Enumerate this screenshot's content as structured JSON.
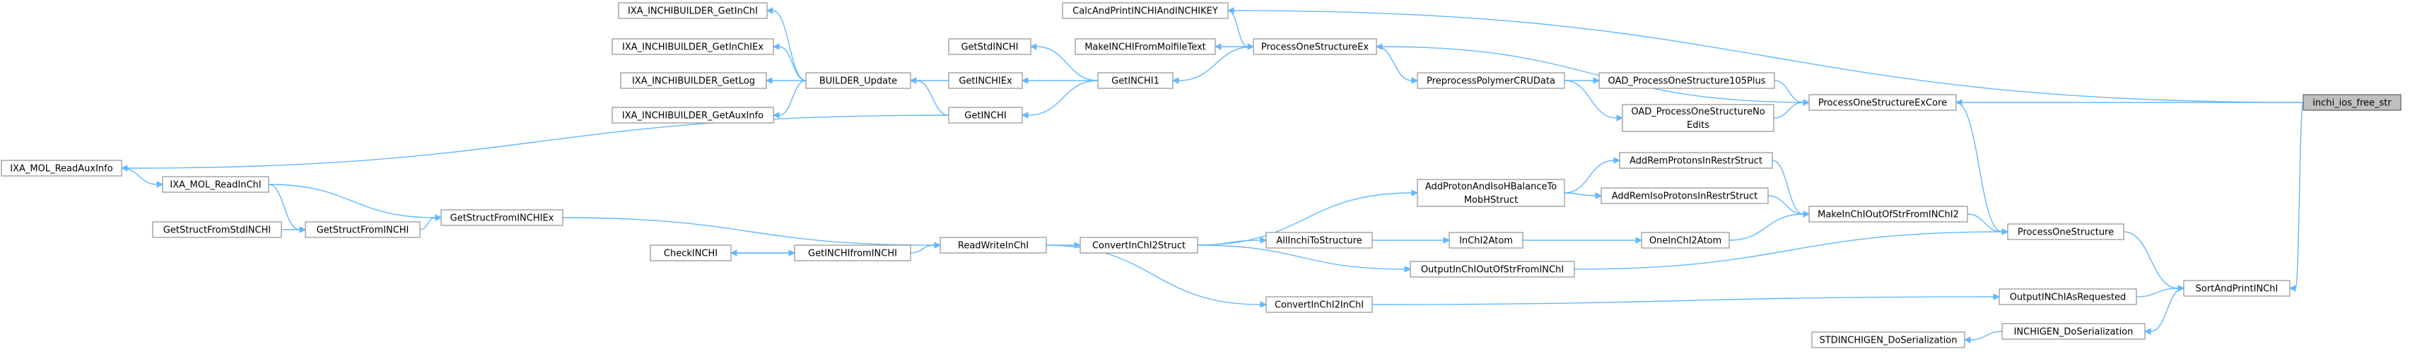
{
  "colors": {
    "edge": "#63b8ff",
    "node_border": "#999999",
    "highlight_fill": "#bfbfbf"
  },
  "nodes": [
    {
      "id": "inchi_ios_free_str",
      "label": "inchi_ios_free_str",
      "highlight": true
    },
    {
      "id": "CalcAndPrintINCHIAndINCHIKEY",
      "label": "CalcAndPrintINCHIAndINCHIKEY"
    },
    {
      "id": "ProcessOneStructureEx",
      "label": "ProcessOneStructureEx"
    },
    {
      "id": "MakeINCHIFromMolfileText",
      "label": "MakeINCHIFromMolfileText"
    },
    {
      "id": "GetINCHI1",
      "label": "GetINCHI1"
    },
    {
      "id": "GetStdINCHI",
      "label": "GetStdINCHI"
    },
    {
      "id": "GetINCHIEx",
      "label": "GetINCHIEx"
    },
    {
      "id": "BUILDER_Update",
      "label": "BUILDER_Update"
    },
    {
      "id": "IXA_INCHIBUILDER_GetInChI",
      "label": "IXA_INCHIBUILDER_GetInChI"
    },
    {
      "id": "IXA_INCHIBUILDER_GetInChIEx",
      "label": "IXA_INCHIBUILDER_GetInChIEx"
    },
    {
      "id": "IXA_INCHIBUILDER_GetLog",
      "label": "IXA_INCHIBUILDER_GetLog"
    },
    {
      "id": "IXA_INCHIBUILDER_GetAuxInfo",
      "label": "IXA_INCHIBUILDER_GetAuxInfo"
    },
    {
      "id": "GetINCHI",
      "label": "GetINCHI"
    },
    {
      "id": "IXA_MOL_ReadAuxInfo",
      "label": "IXA_MOL_ReadAuxInfo"
    },
    {
      "id": "ProcessOneStructureExCore",
      "label": "ProcessOneStructureExCore"
    },
    {
      "id": "PreprocessPolymerCRUData",
      "label": "PreprocessPolymerCRUData"
    },
    {
      "id": "OAD_ProcessOneStructure105Plus",
      "label": "OAD_ProcessOneStructure105Plus"
    },
    {
      "id": "OAD_ProcessOneStructureNoEdits",
      "label": [
        "OAD_ProcessOneStructureNo",
        "Edits"
      ]
    },
    {
      "id": "AddRemProtonsInRestrStruct",
      "label": "AddRemProtonsInRestrStruct"
    },
    {
      "id": "AddProtonAndIsoHBalanceToMobHStruct",
      "label": [
        "AddProtonAndIsoHBalanceTo",
        "MobHStruct"
      ]
    },
    {
      "id": "AddRemIsoProtonsInRestrStruct",
      "label": "AddRemIsoProtonsInRestrStruct"
    },
    {
      "id": "MakeInChIOutOfStrFromINChI2",
      "label": "MakeInChIOutOfStrFromINChI2"
    },
    {
      "id": "ProcessOneStructure",
      "label": "ProcessOneStructure"
    },
    {
      "id": "IXA_MOL_ReadInChI",
      "label": "IXA_MOL_ReadInChI"
    },
    {
      "id": "GetStructFromINCHIEx",
      "label": "GetStructFromINCHIEx"
    },
    {
      "id": "GetStructFromINCHI",
      "label": "GetStructFromINCHI"
    },
    {
      "id": "GetStructFromStdINCHI",
      "label": "GetStructFromStdINCHI"
    },
    {
      "id": "CheckINCHI",
      "label": "CheckINCHI"
    },
    {
      "id": "GetINCHIfromINCHI",
      "label": "GetINCHIfromINCHI"
    },
    {
      "id": "ReadWriteInChI",
      "label": "ReadWriteInChI"
    },
    {
      "id": "ConvertInChI2Struct",
      "label": "ConvertInChI2Struct"
    },
    {
      "id": "AllInchiToStructure",
      "label": "AllInchiToStructure"
    },
    {
      "id": "InChI2Atom",
      "label": "InChI2Atom"
    },
    {
      "id": "OneInChI2Atom",
      "label": "OneInChI2Atom"
    },
    {
      "id": "OutputInChIOutOfStrFromINChI",
      "label": "OutputInChIOutOfStrFromINChI"
    },
    {
      "id": "ConvertInChI2InChI",
      "label": "ConvertInChI2InChI"
    },
    {
      "id": "OutputINChIAsRequested",
      "label": "OutputINChIAsRequested"
    },
    {
      "id": "SortAndPrintINChI",
      "label": "SortAndPrintINChI"
    },
    {
      "id": "INCHIGEN_DoSerialization",
      "label": "INCHIGEN_DoSerialization"
    },
    {
      "id": "STDINCHIGEN_DoSerialization",
      "label": "STDINCHIGEN_DoSerialization"
    }
  ],
  "edges": [
    [
      "CalcAndPrintINCHIAndINCHIKEY",
      "inchi_ios_free_str"
    ],
    [
      "ProcessOneStructureExCore",
      "inchi_ios_free_str"
    ],
    [
      "SortAndPrintINChI",
      "inchi_ios_free_str"
    ],
    [
      "ProcessOneStructureEx",
      "CalcAndPrintINCHIAndINCHIKEY"
    ],
    [
      "MakeINCHIFromMolfileText",
      "ProcessOneStructureEx"
    ],
    [
      "GetINCHI1",
      "ProcessOneStructureEx"
    ],
    [
      "GetStdINCHI",
      "GetINCHI1"
    ],
    [
      "GetINCHIEx",
      "GetINCHI1"
    ],
    [
      "GetINCHI",
      "GetINCHI1"
    ],
    [
      "BUILDER_Update",
      "GetINCHIEx"
    ],
    [
      "BUILDER_Update",
      "GetINCHI"
    ],
    [
      "IXA_INCHIBUILDER_GetInChI",
      "BUILDER_Update"
    ],
    [
      "IXA_INCHIBUILDER_GetInChIEx",
      "BUILDER_Update"
    ],
    [
      "IXA_INCHIBUILDER_GetLog",
      "BUILDER_Update"
    ],
    [
      "IXA_INCHIBUILDER_GetAuxInfo",
      "BUILDER_Update"
    ],
    [
      "IXA_MOL_ReadAuxInfo",
      "GetINCHI"
    ],
    [
      "ProcessOneStructureEx",
      "ProcessOneStructureExCore"
    ],
    [
      "PreprocessPolymerCRUData",
      "ProcessOneStructureEx"
    ],
    [
      "OAD_ProcessOneStructure105Plus",
      "PreprocessPolymerCRUData"
    ],
    [
      "OAD_ProcessOneStructureNoEdits",
      "PreprocessPolymerCRUData"
    ],
    [
      "ProcessOneStructureExCore",
      "OAD_ProcessOneStructure105Plus"
    ],
    [
      "ProcessOneStructureExCore",
      "OAD_ProcessOneStructureNoEdits"
    ],
    [
      "ProcessOneStructure",
      "ProcessOneStructureExCore"
    ],
    [
      "AddRemProtonsInRestrStruct",
      "AddProtonAndIsoHBalanceToMobHStruct"
    ],
    [
      "AddRemIsoProtonsInRestrStruct",
      "AddProtonAndIsoHBalanceToMobHStruct"
    ],
    [
      "MakeInChIOutOfStrFromINChI2",
      "AddRemProtonsInRestrStruct"
    ],
    [
      "MakeInChIOutOfStrFromINChI2",
      "AddRemIsoProtonsInRestrStruct"
    ],
    [
      "MakeInChIOutOfStrFromINChI2",
      "OneInChI2Atom"
    ],
    [
      "ProcessOneStructure",
      "MakeInChIOutOfStrFromINChI2"
    ],
    [
      "ProcessOneStructure",
      "OutputInChIOutOfStrFromINChI"
    ],
    [
      "SortAndPrintINChI",
      "ProcessOneStructure"
    ],
    [
      "AddProtonAndIsoHBalanceToMobHStruct",
      "ConvertInChI2Struct"
    ],
    [
      "OneInChI2Atom",
      "InChI2Atom"
    ],
    [
      "InChI2Atom",
      "AllInchiToStructure"
    ],
    [
      "AllInchiToStructure",
      "ConvertInChI2Struct"
    ],
    [
      "OutputInChIOutOfStrFromINChI",
      "ConvertInChI2Struct"
    ],
    [
      "ConvertInChI2Struct",
      "ReadWriteInChI"
    ],
    [
      "ConvertInChI2InChI",
      "ReadWriteInChI"
    ],
    [
      "ReadWriteInChI",
      "GetINCHIfromINCHI"
    ],
    [
      "ReadWriteInChI",
      "GetStructFromINCHIEx"
    ],
    [
      "GetINCHIfromINCHI",
      "CheckINCHI"
    ],
    [
      "CheckINCHI",
      "GetINCHIfromINCHI"
    ],
    [
      "GetStructFromINCHIEx",
      "IXA_MOL_ReadInChI"
    ],
    [
      "GetStructFromINCHIEx",
      "GetStructFromINCHI"
    ],
    [
      "IXA_MOL_ReadInChI",
      "IXA_MOL_ReadAuxInfo"
    ],
    [
      "GetStructFromINCHI",
      "IXA_MOL_ReadInChI"
    ],
    [
      "GetStructFromINCHI",
      "GetStructFromStdINCHI"
    ],
    [
      "OutputINChIAsRequested",
      "ConvertInChI2InChI"
    ],
    [
      "SortAndPrintINChI",
      "OutputINChIAsRequested"
    ],
    [
      "INCHIGEN_DoSerialization",
      "SortAndPrintINChI"
    ],
    [
      "STDINCHIGEN_DoSerialization",
      "INCHIGEN_DoSerialization"
    ]
  ]
}
